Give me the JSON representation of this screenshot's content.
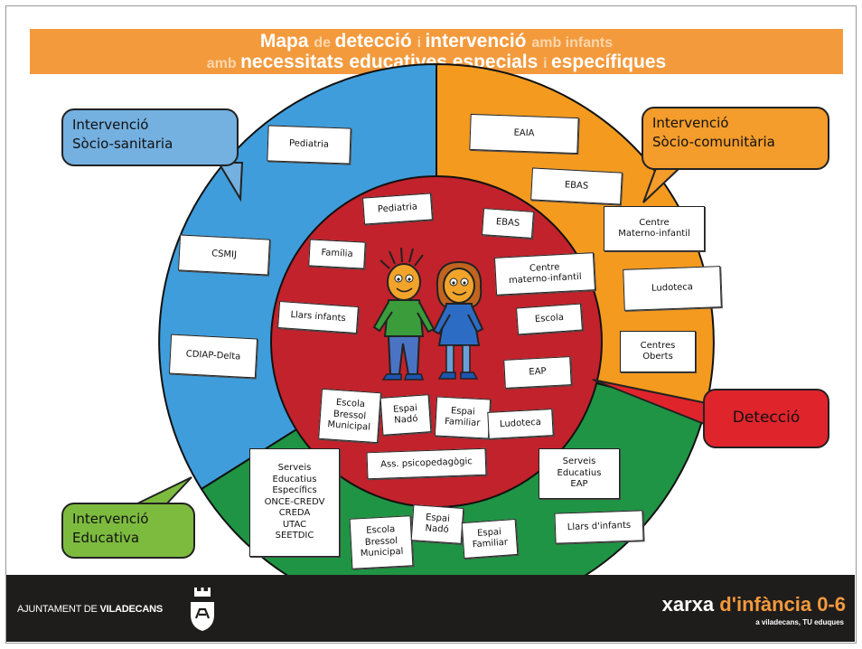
{
  "title": {
    "line1": [
      {
        "text": "Mapa ",
        "style": "strong"
      },
      {
        "text": "de ",
        "style": "pale"
      },
      {
        "text": "detecció ",
        "style": "strong"
      },
      {
        "text": "i ",
        "style": "pale"
      },
      {
        "text": "intervenció ",
        "style": "strong"
      },
      {
        "text": "amb infants",
        "style": "pale"
      }
    ],
    "line2": [
      {
        "text": "amb ",
        "style": "pale"
      },
      {
        "text": "necessitats educatives especials ",
        "style": "strong"
      },
      {
        "text": "i ",
        "style": "pale"
      },
      {
        "text": "específiques",
        "style": "strong"
      }
    ]
  },
  "colors": {
    "banner": "#f39a3d",
    "blue": "#3f9ddb",
    "orange": "#f39a1f",
    "green": "#1f9444",
    "red": "#c2222b",
    "dark": "#1f1c1c",
    "bubble_blue": "#74b0e0",
    "bubble_orange": "#f49c2c",
    "bubble_green": "#7dbb3f",
    "bubble_red": "#e0242c"
  },
  "bubbles": {
    "socio_sanitaria": "Intervenció\nSòcio-sanitaria",
    "socio_comunitaria": "Intervenció\nSòcio-comunitària",
    "educativa": "Intervenció\nEducativa",
    "deteccio": "Detecció"
  },
  "outer_boxes": {
    "pediatria": "Pediatria",
    "csmij": "CSMIJ",
    "cdiap": "CDIAP-Delta",
    "eaia": "EAIA",
    "ebas": "EBAS",
    "centre_mi": "Centre\nMaterno-infantil",
    "ludoteca": "Ludoteca",
    "centres_oberts": "Centres\nOberts",
    "serveis_especifics": "Serveis\nEducatius\nEspecífics\nONCE-CREDV\nCREDA\nUTAC\nSEETDIC",
    "escola_bressol": "Escola\nBressol\nMunicipal",
    "espai_nado": "Espai\nNadó",
    "espai_familiar": "Espai\nFamiliar",
    "serveis_eap": "Serveis\nEducatius\nEAP",
    "llars_infants": "Llars d'infants"
  },
  "inner_boxes": {
    "pediatria": "Pediatria",
    "familia": "Família",
    "ebas": "EBAS",
    "centre_mi": "Centre\nmaterno-infantil",
    "llars_infants": "Llars infants",
    "escola": "Escola",
    "eap": "EAP",
    "escola_bressol": "Escola\nBressol\nMunicipal",
    "espai_nado": "Espai\nNadó",
    "espai_familiar": "Espai\nFamiliar",
    "ludoteca": "Ludoteca",
    "ass_psico": "Ass. psicopedagògic"
  },
  "footer": {
    "ajuntament_prefix": "AJUNTAMENT DE ",
    "ajuntament_name": "VILADECANS",
    "xarxa_a": "xarxa ",
    "xarxa_b": "d'infància 0-6",
    "tagline": "a viladecans, TU eduques"
  }
}
